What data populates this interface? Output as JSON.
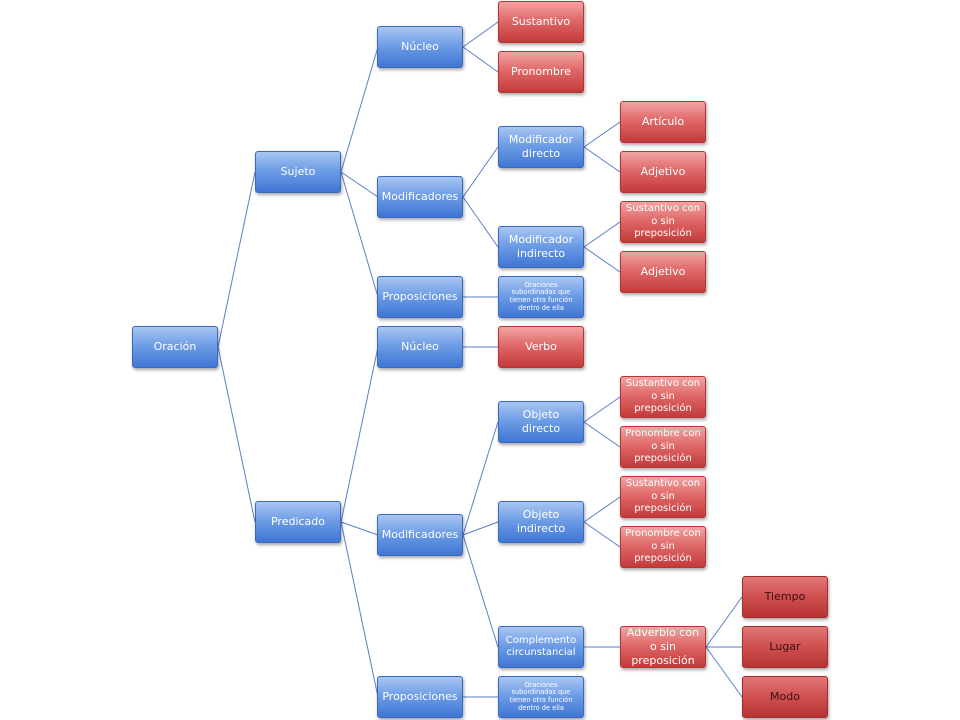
{
  "root": "Oración",
  "sujeto": {
    "label": "Sujeto",
    "nucleo": {
      "label": "Núcleo",
      "children": [
        "Sustantivo",
        "Pronombre"
      ]
    },
    "modificadores": {
      "label": "Modificadores",
      "directo": {
        "label": "Modificador directo",
        "children": [
          "Artículo",
          "Adjetivo"
        ]
      },
      "indirecto": {
        "label": "Modificador indirecto",
        "children": [
          "Sustantivo con o sin preposición",
          "Adjetivo"
        ]
      }
    },
    "proposiciones": {
      "label": "Proposiciones",
      "child": "Oraciones subordinadas que tienen otra función dentro de ella"
    }
  },
  "predicado": {
    "label": "Predicado",
    "nucleo": {
      "label": "Núcleo",
      "child": "Verbo"
    },
    "modificadores": {
      "label": "Modificadores",
      "objeto_directo": {
        "label": "Objeto directo",
        "children": [
          "Sustantivo con o sin preposición",
          "Pronombre con o sin preposición"
        ]
      },
      "objeto_indirecto": {
        "label": "Objeto indirecto",
        "children": [
          "Sustantivo con o sin preposición",
          "Pronombre con o sin preposición"
        ]
      },
      "complemento": {
        "label": "Complemento circunstancial",
        "adverbio": {
          "label": "Adverbio con o sin preposición",
          "children": [
            "Tiempo",
            "Lugar",
            "Modo"
          ]
        }
      }
    },
    "proposiciones": {
      "label": "Proposiciones",
      "child": "Oraciones subordinadas que tienen otra función dentro de ella"
    }
  },
  "colors": {
    "level_blue": "#4f81bd",
    "level_red": "#c0504d",
    "line": "#5b7fc7"
  }
}
